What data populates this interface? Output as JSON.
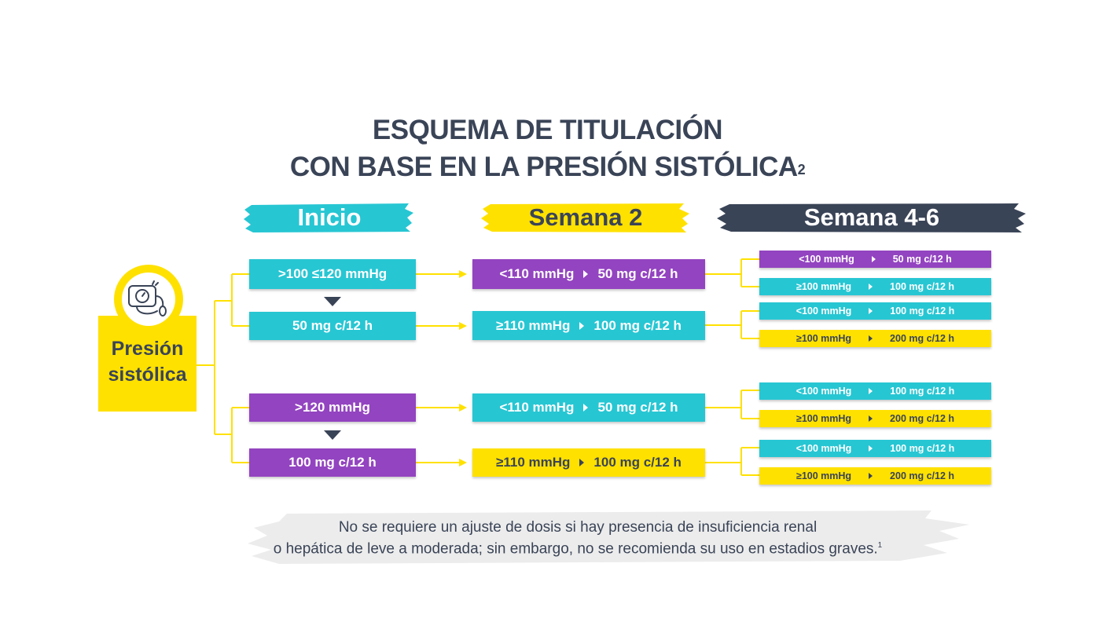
{
  "title": {
    "line1": "ESQUEMA DE TITULACIÓN",
    "line2": "CON BASE EN LA PRESIÓN SISTÓLICA",
    "sup": "2"
  },
  "headers": {
    "inicio": "Inicio",
    "semana2": "Semana 2",
    "semana46": "Semana 4-6"
  },
  "colors": {
    "teal": "#27c6d3",
    "purple": "#9344c0",
    "yellow": "#ffe100",
    "dark": "#3a4457",
    "grey": "#ececec"
  },
  "root": {
    "line1": "Presión",
    "line2": "sistólica",
    "icon": "blood-pressure-monitor-icon"
  },
  "group1": {
    "condition": ">100 ≤120 mmHg",
    "dose": "50 mg c/12 h",
    "week2": [
      {
        "pressure": "<110 mmHg",
        "dose": "50 mg c/12 h"
      },
      {
        "pressure": "≥110 mmHg",
        "dose": "100 mg c/12 h"
      }
    ],
    "week46": [
      {
        "pressure": "<100 mmHg",
        "dose": "50 mg c/12 h"
      },
      {
        "pressure": "≥100 mmHg",
        "dose": "100 mg c/12 h"
      },
      {
        "pressure": "<100 mmHg",
        "dose": "100 mg c/12 h"
      },
      {
        "pressure": "≥100 mmHg",
        "dose": "200 mg c/12 h"
      }
    ]
  },
  "group2": {
    "condition": ">120 mmHg",
    "dose": "100 mg c/12 h",
    "week2": [
      {
        "pressure": "<110 mmHg",
        "dose": "50 mg c/12 h"
      },
      {
        "pressure": "≥110 mmHg",
        "dose": "100 mg c/12 h"
      }
    ],
    "week46": [
      {
        "pressure": "<100 mmHg",
        "dose": "100 mg c/12 h"
      },
      {
        "pressure": "≥100 mmHg",
        "dose": "200 mg c/12 h"
      },
      {
        "pressure": "<100 mmHg",
        "dose": "100 mg c/12 h"
      },
      {
        "pressure": "≥100 mmHg",
        "dose": "200 mg c/12 h"
      }
    ]
  },
  "note": {
    "line1": "No se requiere un ajuste de dosis si hay presencia de insuficiencia renal",
    "line2": "o hepática de leve a moderada; sin embargo, no se recomienda su uso en estadios graves.",
    "sup": "1"
  }
}
